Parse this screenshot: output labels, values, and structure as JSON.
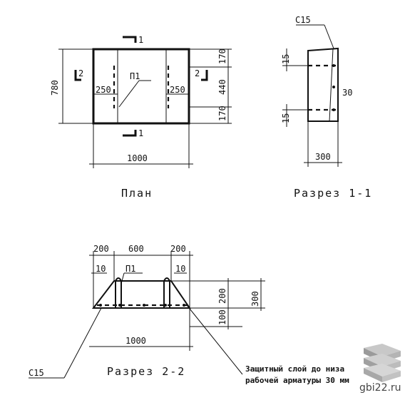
{
  "plan": {
    "caption": "План",
    "section_mark": "1",
    "side_mark": "2",
    "dim_height": "780",
    "dim_width": "1000",
    "dim_left_inner": "250",
    "dim_right_inner": "250",
    "dim_top": "170",
    "dim_middle": "440",
    "dim_bottom": "170",
    "loop_label": "П1"
  },
  "section11": {
    "caption": "Разрез 1-1",
    "concrete_label": "С15",
    "dim_top": "15",
    "dim_bottom": "15",
    "dim_side": "30",
    "dim_width": "300"
  },
  "section22": {
    "caption": "Разрез 2-2",
    "dim_left": "200",
    "dim_middle": "600",
    "dim_right": "200",
    "dim_small_left": "10",
    "dim_small_right": "10",
    "dim_height_upper": "200",
    "dim_height_total": "300",
    "dim_height_lower": "100",
    "dim_width": "1000",
    "concrete_label": "С15",
    "loop_label": "П1",
    "note_line1": "Защитный слой до низа",
    "note_line2": "рабочей арматуры 30 мм"
  },
  "watermark": {
    "text": "gbi22.ru"
  }
}
